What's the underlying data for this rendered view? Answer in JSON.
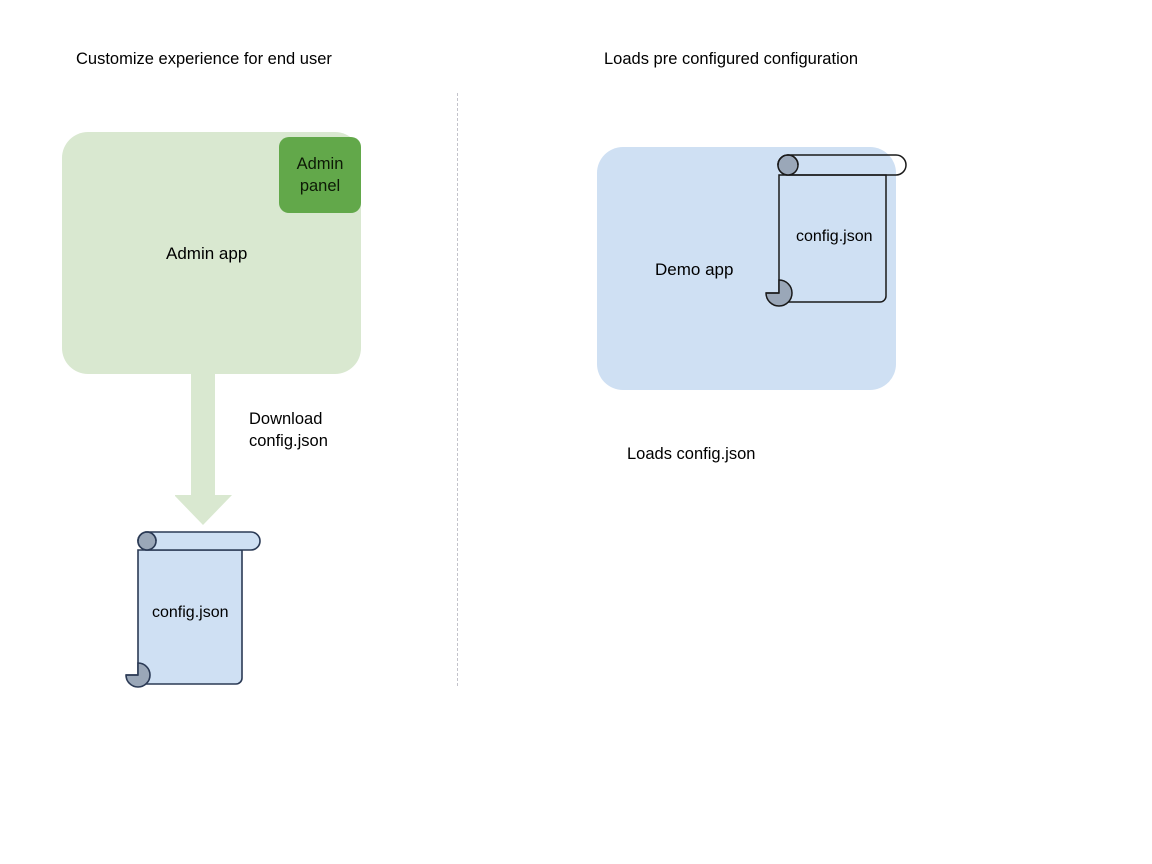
{
  "diagram": {
    "type": "flow-diagram",
    "title_left": "Customize experience for end user",
    "title_right": "Loads pre configured configuration",
    "divider": "vertical-dotted-separator",
    "left_flow": {
      "app_box": {
        "label": "Admin app",
        "color": "#d9e8d0",
        "shape": "rounded-rectangle"
      },
      "admin_panel": {
        "label": "Admin\npanel",
        "color": "#62a84a",
        "shape": "rounded-square"
      },
      "arrow": {
        "label": "Download\nconfig.json",
        "direction": "down",
        "color": "#d9e8d0"
      },
      "document": {
        "label": "config.json",
        "shape": "scroll-document",
        "fill": "#cfe0f3",
        "stroke": "#2b3a55",
        "curl_color": "#9aa7b8"
      }
    },
    "right_flow": {
      "app_box": {
        "label": "Demo app",
        "color": "#cfe0f3",
        "shape": "rounded-rectangle"
      },
      "document": {
        "label": "config.json",
        "shape": "scroll-document",
        "fill": "transparent",
        "stroke": "#1a1a1a",
        "curl_color": "#9aa7b8"
      },
      "caption": "Loads config.json"
    }
  }
}
